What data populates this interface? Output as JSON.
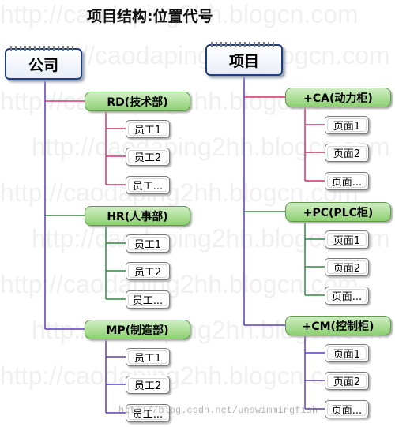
{
  "title": "项目结构:位置代号",
  "company": {
    "label": "公司",
    "departments": [
      {
        "label": "RD(技术部)",
        "color": "#d6336c",
        "members": [
          "员工1",
          "员工2",
          "员工..."
        ]
      },
      {
        "label": "HR(人事部)",
        "color": "#2e8b3e",
        "members": [
          "员工1",
          "员工2",
          "员工..."
        ]
      },
      {
        "label": "MP(制造部)",
        "color": "#5a3fc0",
        "members": [
          "员工1",
          "员工2",
          "员工..."
        ]
      }
    ]
  },
  "project": {
    "label": "项目",
    "cabinets": [
      {
        "label": "+CA(动力柜)",
        "color": "#d6336c",
        "pages": [
          "页面1",
          "页面2",
          "页面..."
        ]
      },
      {
        "label": "+PC(PLC柜)",
        "color": "#2e8b3e",
        "pages": [
          "页面1",
          "页面2",
          "页面..."
        ]
      },
      {
        "label": "+CM(控制柜)",
        "color": "#5a3fc0",
        "pages": [
          "页面1",
          "页面2",
          "页面..."
        ]
      }
    ]
  },
  "watermark": "http://caodaping2hh.blogcn.com",
  "footer": "http://blog.csdn.net/unswimmingfish"
}
